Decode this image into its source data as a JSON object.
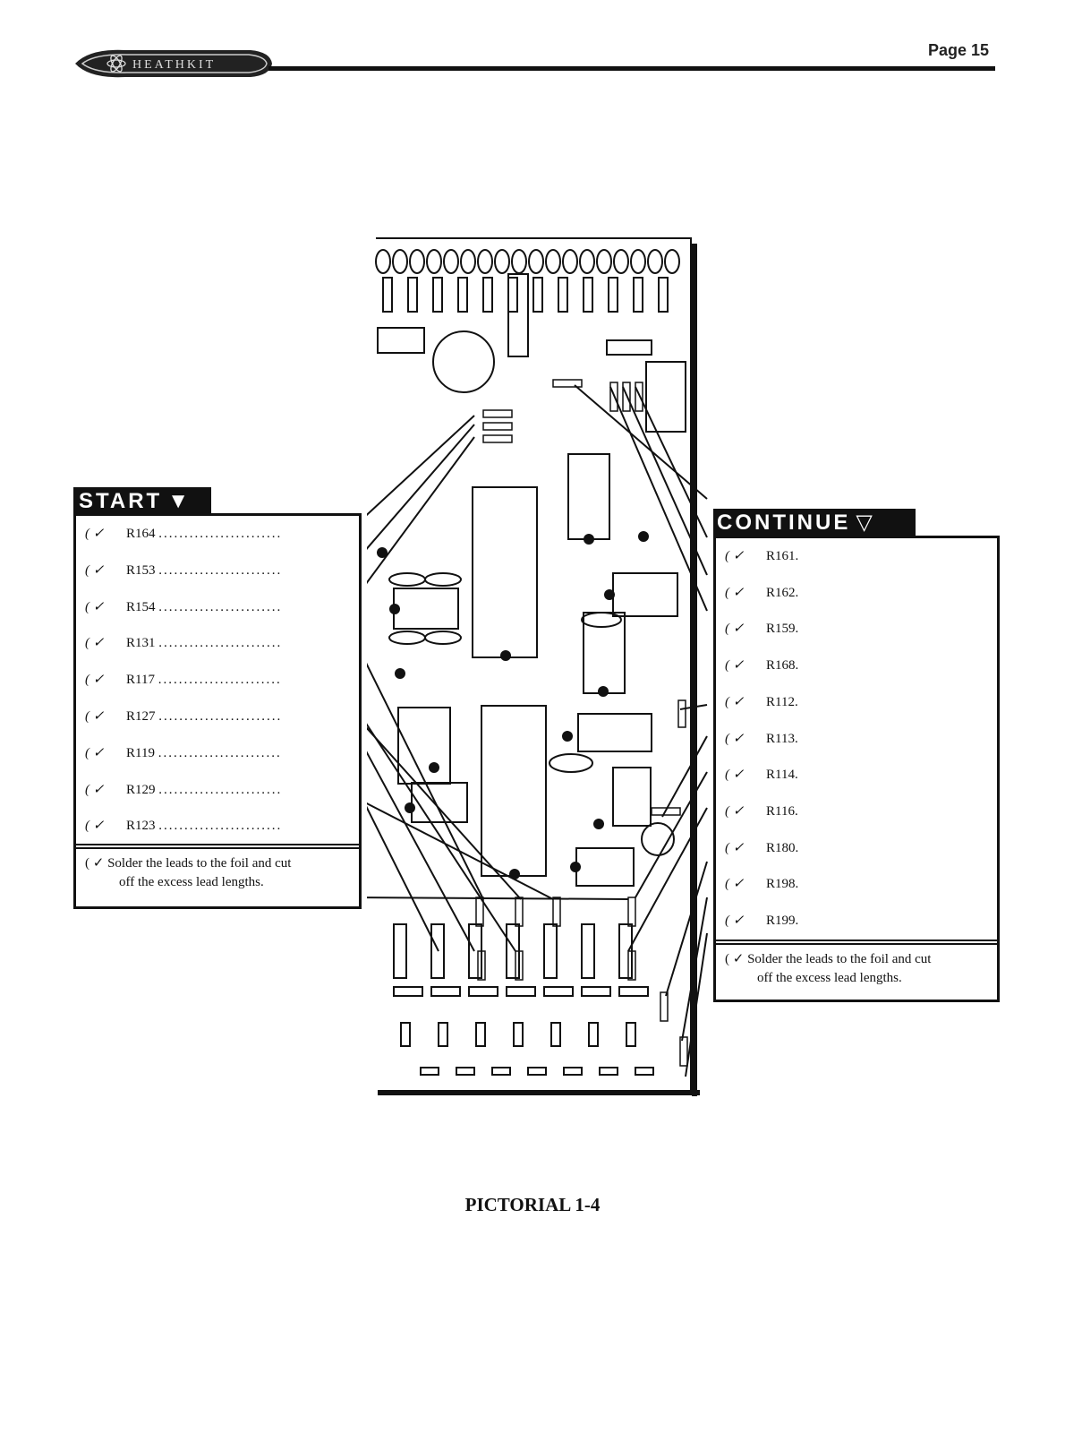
{
  "header": {
    "brand": "HEATHKIT",
    "page_label": "Page 15"
  },
  "start_panel": {
    "title": "START",
    "items": [
      {
        "check": "( ✓",
        "label": "R164"
      },
      {
        "check": "( ✓",
        "label": "R153"
      },
      {
        "check": "( ✓",
        "label": "R154"
      },
      {
        "check": "( ✓",
        "label": "R131"
      },
      {
        "check": "( ✓",
        "label": "R117"
      },
      {
        "check": "( ✓",
        "label": "R127"
      },
      {
        "check": "( ✓",
        "label": "R119"
      },
      {
        "check": "( ✓",
        "label": "R129"
      },
      {
        "check": "( ✓",
        "label": "R123"
      }
    ],
    "dots": "........................",
    "note_check": "( ✓",
    "note_line1": "Solder the leads to the foil and cut",
    "note_line2": "off the excess lead lengths."
  },
  "continue_panel": {
    "title": "CONTINUE",
    "items": [
      {
        "check": "( ✓",
        "label": "R161."
      },
      {
        "check": "( ✓",
        "label": "R162."
      },
      {
        "check": "( ✓",
        "label": "R159."
      },
      {
        "check": "( ✓",
        "label": "R168."
      },
      {
        "check": "( ✓",
        "label": "R112."
      },
      {
        "check": "( ✓",
        "label": "R113."
      },
      {
        "check": "( ✓",
        "label": "R114."
      },
      {
        "check": "( ✓",
        "label": "R116."
      },
      {
        "check": "( ✓",
        "label": "R180."
      },
      {
        "check": "( ✓",
        "label": "R198."
      },
      {
        "check": "( ✓",
        "label": "R199."
      }
    ],
    "note_check": "( ✓",
    "note_line1": "Solder the leads to the foil and cut",
    "note_line2": "off the excess lead lengths."
  },
  "figure": {
    "caption": "PICTORIAL 1-4"
  }
}
